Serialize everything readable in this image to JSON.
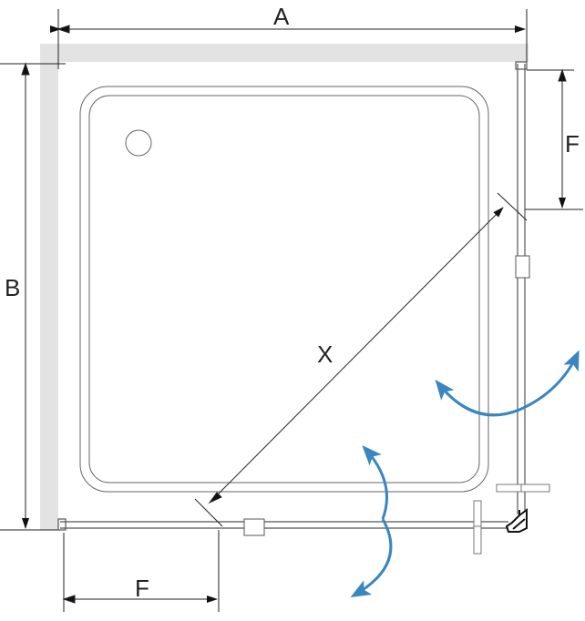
{
  "labels": {
    "width": "A",
    "depth": "B",
    "door_opening_right": "F",
    "door_opening_bottom": "F",
    "diagonal": "X"
  },
  "colors": {
    "wall": "#e3e3e3",
    "line": "#444444",
    "dimension": "#222222",
    "swing_arrow": "#3a86c0"
  }
}
